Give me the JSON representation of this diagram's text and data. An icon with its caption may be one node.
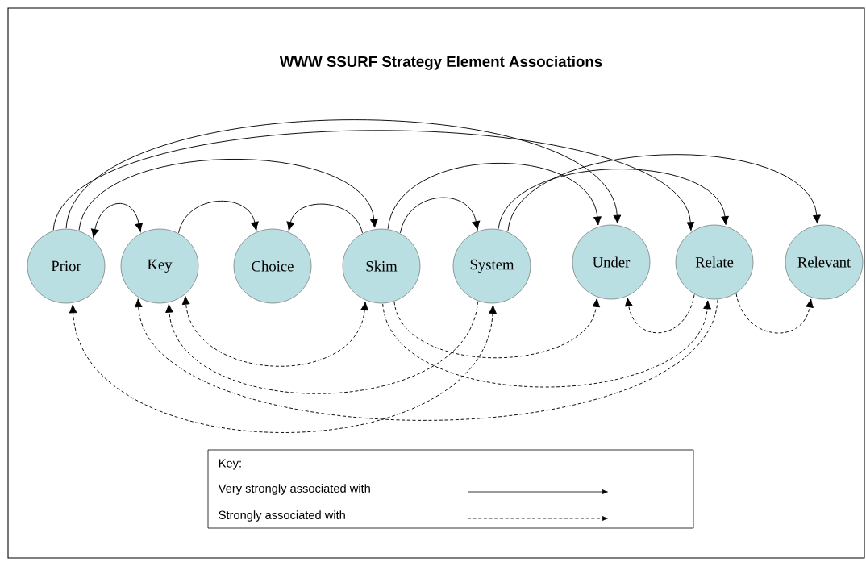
{
  "diagram": {
    "title": "WWW SSURF Strategy Element Associations",
    "nodes": [
      {
        "text": [
          "Prior"
        ]
      },
      {
        "text": [
          "Key"
        ]
      },
      {
        "text": [
          "Choice"
        ]
      },
      {
        "text": [
          "Skim"
        ]
      },
      {
        "text": [
          "System"
        ]
      },
      {
        "text": [
          "Under"
        ]
      },
      {
        "text": [
          "Relate"
        ]
      },
      {
        "text": [
          "Relevant"
        ]
      }
    ],
    "edges": [
      {
        "from": 0,
        "to": 1,
        "arrow": "both"
      },
      {
        "from": 1,
        "to": 2,
        "arrow": "to"
      },
      {
        "from": 3,
        "to": 2,
        "arrow": "to"
      },
      {
        "from": 0,
        "to": 3,
        "arrow": "to"
      },
      {
        "from": 3,
        "to": 4,
        "arrow": "to"
      },
      {
        "from": 3,
        "to": 5,
        "arrow": "to"
      },
      {
        "from": 0,
        "to": 5,
        "arrow": "to"
      },
      {
        "from": 0,
        "to": 6,
        "arrow": "to"
      },
      {
        "from": 4,
        "to": 6,
        "arrow": "to"
      },
      {
        "from": 4,
        "to": 7,
        "arrow": "to"
      },
      {
        "from": 3,
        "to": 1,
        "arrow": "both",
        "style": "dashed"
      },
      {
        "from": 4,
        "to": 1,
        "arrow": "to",
        "style": "dashed"
      },
      {
        "from": 6,
        "to": 1,
        "arrow": "to",
        "style": "dashed"
      },
      {
        "from": 4,
        "to": 0,
        "arrow": "both",
        "style": "dashed"
      },
      {
        "from": 3,
        "to": 5,
        "arrow": "to",
        "style": "dashed"
      },
      {
        "from": 3,
        "to": 6,
        "arrow": "to",
        "style": "dashed"
      },
      {
        "from": 6,
        "to": 5,
        "arrow": "to",
        "style": "dashed"
      },
      {
        "from": 6,
        "to": 7,
        "arrow": "to",
        "style": "dashed"
      }
    ],
    "labels": [
      "Key:"
    ],
    "legend": [
      {
        "text": "Very strongly associated with"
      },
      {
        "text": "Strongly associated with"
      }
    ]
  }
}
